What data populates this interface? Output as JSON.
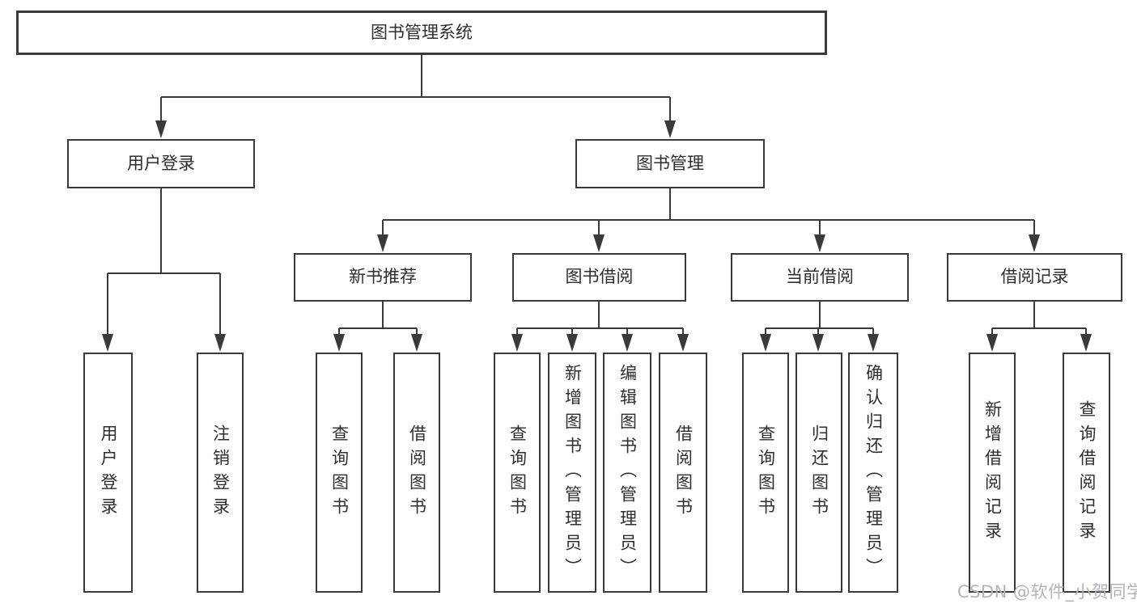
{
  "diagram": {
    "type": "tree-diagram",
    "root": {
      "label": "图书管理系统"
    },
    "branches": [
      {
        "label": "用户登录",
        "children": [
          {
            "label": "用户登录"
          },
          {
            "label": "注销登录"
          }
        ]
      },
      {
        "label": "图书管理",
        "children": [
          {
            "label": "新书推荐",
            "children": [
              {
                "label": "查询图书"
              },
              {
                "label": "借阅图书"
              }
            ]
          },
          {
            "label": "图书借阅",
            "children": [
              {
                "label": "查询图书"
              },
              {
                "label": "新增图书（管理员）"
              },
              {
                "label": "编辑图书（管理员）"
              },
              {
                "label": "借阅图书"
              }
            ]
          },
          {
            "label": "当前借阅",
            "children": [
              {
                "label": "查询图书"
              },
              {
                "label": "归还图书"
              },
              {
                "label": "确认归还（管理员）"
              }
            ]
          },
          {
            "label": "借阅记录",
            "children": [
              {
                "label": "新增借阅记录"
              },
              {
                "label": "查询借阅记录"
              }
            ]
          }
        ]
      }
    ],
    "watermark": "CSDN @软件_小贺同学",
    "colors": {
      "line": "#3a3a3a",
      "box_border": "#3a3a3a",
      "text": "#2e2e2e",
      "background": "#ffffff",
      "watermark": "#b0b5bb"
    }
  }
}
